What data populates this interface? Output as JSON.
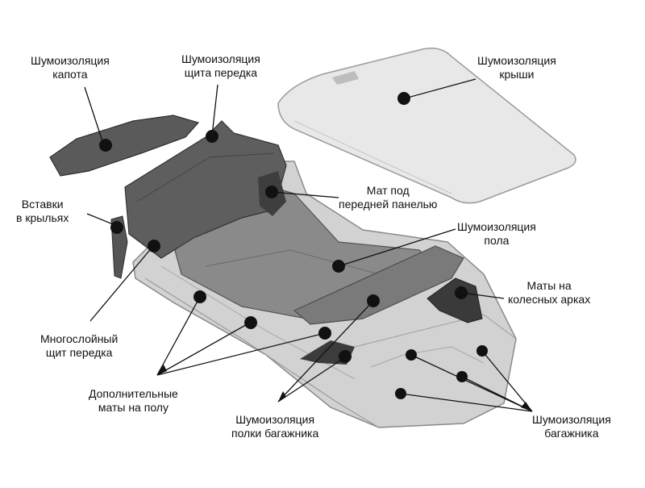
{
  "labels": {
    "hood": {
      "line1": "Шумоизоляция",
      "line2": "капота"
    },
    "firewall_shield": {
      "line1": "Шумоизоляция",
      "line2": "щита передка"
    },
    "roof": {
      "line1": "Шумоизоляция",
      "line2": "крыши"
    },
    "fender_inserts": {
      "line1": "Вставки",
      "line2": "в крыльях"
    },
    "dash_mat": {
      "line1": "Мат под",
      "line2": "передней панелью"
    },
    "floor": {
      "line1": "Шумоизоляция",
      "line2": "пола"
    },
    "wheel_arch_mats": {
      "line1": "Маты на",
      "line2": "колесных арках"
    },
    "multilayer_firewall": {
      "line1": "Многослойный",
      "line2": "щит передка"
    },
    "extra_floor_mats": {
      "line1": "Дополнительные",
      "line2": "маты на полу"
    },
    "trunk_shelf": {
      "line1": "Шумоизоляция",
      "line2": "полки багажника"
    },
    "trunk": {
      "line1": "Шумоизоляция",
      "line2": "багажника"
    }
  },
  "colors": {
    "marker": "#111111",
    "text": "#111111",
    "panel": "#6f6f6f",
    "roof": "#e6e6e6"
  }
}
